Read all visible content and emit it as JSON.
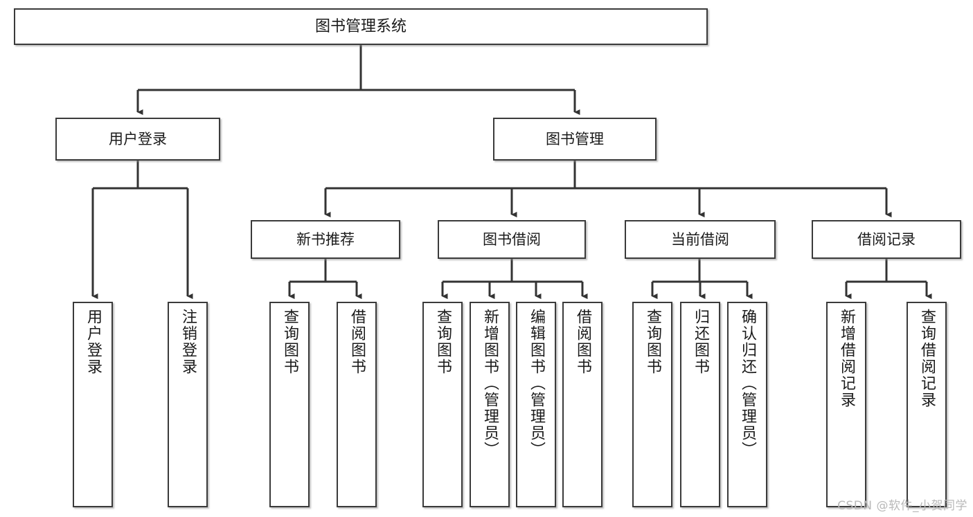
{
  "diagram": {
    "title": "图书管理系统",
    "type": "tree-structure-chart",
    "watermark": "CSDN @软件_小贺同学",
    "colors": {
      "node_border": "#3a3a3a",
      "node_fill": "#ffffff",
      "edge": "#333333",
      "text": "#1a1a1a",
      "watermark": "#b9b9b9",
      "background": "#ffffff"
    },
    "nodes": {
      "root": {
        "label": "图书管理系统"
      },
      "level2": [
        {
          "id": "user-login",
          "label": "用户登录"
        },
        {
          "id": "book-manage",
          "label": "图书管理"
        }
      ],
      "level3": [
        {
          "id": "new-book-recommend",
          "label": "新书推荐"
        },
        {
          "id": "book-borrow",
          "label": "图书借阅"
        },
        {
          "id": "current-borrow",
          "label": "当前借阅"
        },
        {
          "id": "borrow-record",
          "label": "借阅记录"
        }
      ],
      "leaves": {
        "user-login": [
          {
            "id": "leaf-user-login",
            "label": "用户登录"
          },
          {
            "id": "leaf-logout-login",
            "label": "注销登录"
          }
        ],
        "new-book-recommend": [
          {
            "id": "leaf-query-book-1",
            "label": "查询图书"
          },
          {
            "id": "leaf-borrow-book-1",
            "label": "借阅图书"
          }
        ],
        "book-borrow": [
          {
            "id": "leaf-query-book-2",
            "label": "查询图书"
          },
          {
            "id": "leaf-add-book",
            "label": "新增图书（管理员）"
          },
          {
            "id": "leaf-edit-book",
            "label": "编辑图书（管理员）"
          },
          {
            "id": "leaf-borrow-book-2",
            "label": "借阅图书"
          }
        ],
        "current-borrow": [
          {
            "id": "leaf-query-book-3",
            "label": "查询图书"
          },
          {
            "id": "leaf-return-book",
            "label": "归还图书"
          },
          {
            "id": "leaf-confirm-return",
            "label": "确认归还（管理员）"
          }
        ],
        "borrow-record": [
          {
            "id": "leaf-add-record",
            "label": "新增借阅记录"
          },
          {
            "id": "leaf-query-record",
            "label": "查询借阅记录"
          }
        ]
      }
    }
  }
}
